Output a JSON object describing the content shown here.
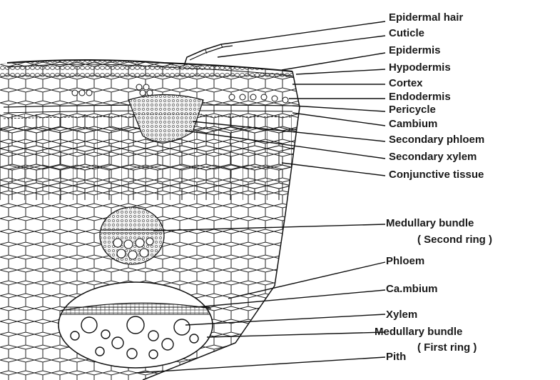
{
  "labels": {
    "epidermal_hair": "Epidermal hair",
    "cuticle": "Cuticle",
    "epidermis": "Epidermis",
    "hypodermis": "Hypodermis",
    "cortex": "Cortex",
    "endodermis": "Endodermis",
    "pericycle": "Pericycle",
    "cambium_top": "Cambium",
    "secondary_phloem": "Secondary phloem",
    "secondary_xylem": "Secondary xylem",
    "conjunctive_tissue": "Conjunctive tissue",
    "medullary_bundle_second": "Medullary bundle",
    "second_ring": "( Second  ring )",
    "phloem": "Phloem",
    "cambium_lower": "Ca.mbium",
    "xylem": "Xylem",
    "medullary_bundle_first": "Medullary bundle",
    "first_ring": "( First  ring )",
    "pith": "Pith"
  },
  "colors": {
    "ink": "#1a1a1a",
    "background": "#ffffff",
    "tissue_shade": "#e6e6e6"
  }
}
